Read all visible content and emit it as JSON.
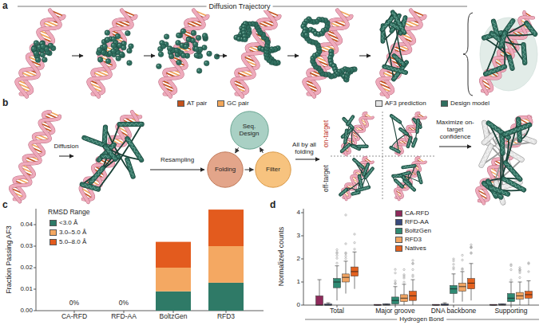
{
  "diagram": {
    "nodes": [
      {
        "text": [
          "Seq. Design"
        ]
      },
      {
        "text": [
          "Folding"
        ]
      },
      {
        "text": [
          "Filter"
        ]
      }
    ],
    "edges": [
      {
        "from": 0,
        "to": 1,
        "arrow": "to"
      },
      {
        "from": 1,
        "to": 2,
        "arrow": "to"
      },
      {
        "from": 2,
        "to": 0,
        "arrow": "to"
      }
    ],
    "labels": [
      "a",
      "Diffusion Trajectory",
      "b",
      "Diffusion",
      "Resampling",
      "All by all folding",
      "on-target",
      "off-target",
      "Maximize on-target confidence",
      "c",
      "RMSD Range",
      "Fraction Passing AF3",
      "0.00",
      "0.01",
      "0.02",
      "0.03",
      "0.04",
      "0%",
      "0%",
      "CA-RFD",
      "RFD-AA",
      "BoltzGen",
      "RFD3",
      "d",
      "Normalized counts",
      "0",
      "1",
      "2",
      "3",
      "4",
      "Total",
      "Major groove",
      "DNA backbone",
      "Supporting",
      "Hydrogen Bond"
    ],
    "legend": [
      {
        "text": "AT pair",
        "color": "#c4521c"
      },
      {
        "text": "GC pair",
        "color": "#f2a65a"
      },
      {
        "text": "AF3 prediction",
        "color": "#e4e4e4"
      },
      {
        "text": "Design model",
        "color": "#2f6e5f"
      },
      {
        "text": "<3.0 Å",
        "color": "#2f7a67"
      },
      {
        "text": "3.0–5.0 Å",
        "color": "#f4a862"
      },
      {
        "text": "5.0–8.0 Å",
        "color": "#e35b1e"
      },
      {
        "text": "CA-RFD",
        "color": "#8e2a5b"
      },
      {
        "text": "RFD-AA",
        "color": "#384a7c"
      },
      {
        "text": "BoltzGen",
        "color": "#2f8a73"
      },
      {
        "text": "RFD3",
        "color": "#f1a462"
      },
      {
        "text": "Natives",
        "color": "#e3611f"
      }
    ]
  }
}
